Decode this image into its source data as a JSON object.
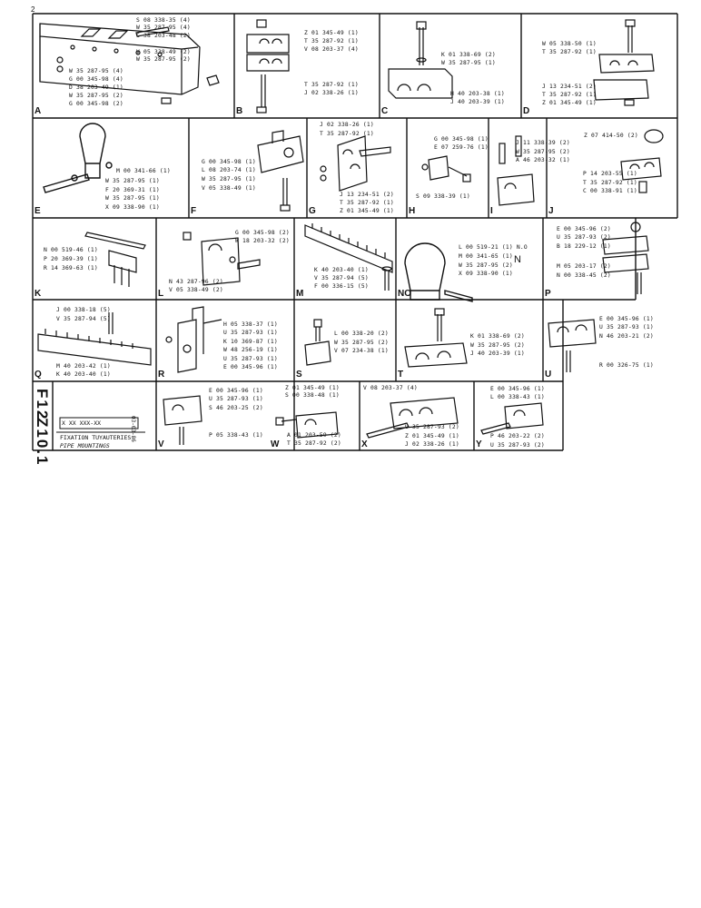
{
  "sheet": {
    "corner_mark": "2",
    "title_code": "X XX XXX-XX",
    "title_fr": "FIXATION TUYAUTERIES",
    "title_en": "PIPE MOUNTINGS",
    "side_code_1": "F12",
    "side_code_2": "Z10.1",
    "side_date": "03-03-86"
  },
  "panels": {
    "A": {
      "letter": "A",
      "parts": [
        "S 08 338-35 (4)",
        "W 35 287-95 (4)",
        "C 38 203-48 (2)",
        "V 05 338-49 (2)",
        "W 35 287-95 (2)",
        "W 35 287-95 (4)",
        "G 00 345-98 (4)",
        "D 38 203-49 (1)",
        "W 35 287-95 (2)",
        "G 00 345-98 (2)"
      ]
    },
    "B": {
      "letter": "B",
      "parts": [
        "Z 01 345-49 (1)",
        "T 35 287-92 (1)",
        "V 08 203-37 (4)",
        "T 35 287-92 (1)",
        "J 02 338-26 (1)"
      ]
    },
    "C": {
      "letter": "C",
      "parts": [
        "K 01 338-69 (2)",
        "W 35 287-95 (1)",
        "H 40 203-38 (1)",
        "J 40 203-39 (1)"
      ]
    },
    "D": {
      "letter": "D",
      "parts": [
        "W 05 338-50 (1)",
        "T 35 287-92 (1)",
        "J 13 234-51 (2)",
        "T 35 287-92 (1)",
        "Z 01 345-49 (1)"
      ]
    },
    "E": {
      "letter": "E",
      "parts": [
        "M 00 341-66 (1)",
        "W 35 287-95 (1)",
        "F 20 369-31 (1)",
        "W 35 287-95 (1)",
        "X 09 338-90 (1)"
      ]
    },
    "F": {
      "letter": "F",
      "parts": [
        "G 00 345-98 (1)",
        "L 08 203-74 (1)",
        "W 35 287-95 (1)",
        "V 05 338-49 (1)"
      ]
    },
    "G": {
      "letter": "G",
      "parts": [
        "J 02 338-26 (1)",
        "T 35 287-92 (1)",
        "J 13 234-51 (2)",
        "T 35 287-92 (1)",
        "Z 01 345-49 (1)"
      ]
    },
    "H": {
      "letter": "H",
      "parts": [
        "G 00 345-98 (1)",
        "E 07 259-76 (1)",
        "S 09 338-39 (1)"
      ]
    },
    "I": {
      "letter": "I",
      "parts": [
        "J 11 338-39 (2)",
        "W 35 287-95 (2)",
        "A 46 203-32 (1)"
      ]
    },
    "J": {
      "letter": "J",
      "parts": [
        "Z 07 414-50 (2)",
        "P 14 203-55 (1)",
        "T 35 287-92 (1)",
        "C 00 338-91 (1)"
      ]
    },
    "K": {
      "letter": "K",
      "parts": [
        "N 00 519-46 (1)",
        "P 20 369-39 (1)",
        "R 14 369-63 (1)"
      ]
    },
    "L": {
      "letter": "L",
      "parts": [
        "G 00 345-98 (2)",
        "W 18 203-32 (2)",
        "N 43 287-96 (2)",
        "V 05 338-49 (2)"
      ]
    },
    "M": {
      "letter": "M",
      "parts": [
        "K 40 203-40 (1)",
        "V 35 287-94 (5)",
        "F 00 336-15 (5)"
      ]
    },
    "NO": {
      "letter": "NO",
      "bracket_n": "N",
      "parts": [
        "L 00 519-21 (1) N.O",
        "M 00 341-65 (1)",
        "W 35 287-95 (2)",
        "X 09 338-90 (1)"
      ]
    },
    "P": {
      "letter": "P",
      "parts": [
        "E 00 345-96 (2)",
        "U 35 287-93 (2)",
        "B 18 229-12 (1)",
        "M 05 203-17 (2)",
        "N 00 338-45 (2)"
      ]
    },
    "Q": {
      "letter": "Q",
      "parts": [
        "J 00 338-18 (5)",
        "V 35 287-94 (5)",
        "M 40 203-42 (1)",
        "K 40 203-40 (1)"
      ]
    },
    "R": {
      "letter": "R",
      "parts": [
        "H 05 338-37 (1)",
        "U 35 287-93 (1)",
        "K 10 369-87 (1)",
        "W 48 256-19 (1)",
        "U 35 287-93 (1)",
        "E 00 345-96 (1)"
      ]
    },
    "S": {
      "letter": "S",
      "parts": [
        "L 00 338-20 (2)",
        "W 35 287-95 (2)",
        "V 07 234-38 (1)"
      ]
    },
    "T": {
      "letter": "T",
      "parts": [
        "K 01 338-69 (2)",
        "W 35 287-95 (2)",
        "J 40 203-39 (1)"
      ]
    },
    "U": {
      "letter": "U",
      "parts": [
        "E 00 345-96 (1)",
        "U 35 287-93 (1)",
        "N 46 203-21 (2)",
        "R 00 326-75 (1)"
      ]
    },
    "V": {
      "letter": "V",
      "parts": [
        "E 00 345-96 (1)",
        "U 35 287-93 (1)",
        "S 46 203-25 (2)",
        "P 05 338-43 (1)"
      ]
    },
    "W": {
      "letter": "W",
      "parts": [
        "Z 01 345-49 (1)",
        "S 00 338-48 (1)",
        "A 01 203-59 (2)",
        "T 35 287-92 (2)"
      ]
    },
    "X": {
      "letter": "X",
      "parts": [
        "V 08 203-37 (4)",
        "U 35 287-93 (2)",
        "Z 01 345-49 (1)",
        "J 02 338-26 (1)"
      ]
    },
    "Y": {
      "letter": "Y",
      "parts": [
        "E 00 345-96 (1)",
        "L 00 338-43 (1)",
        "P 46 203-22 (2)",
        "U 35 287-93 (2)"
      ]
    }
  }
}
